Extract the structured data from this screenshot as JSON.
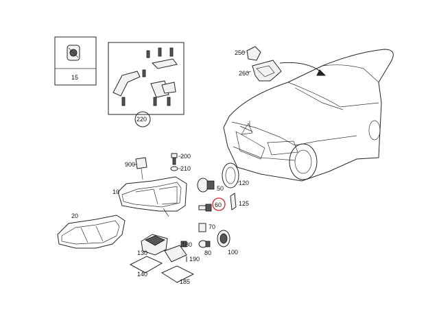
{
  "callouts": [
    {
      "id": "c15",
      "text": "15"
    },
    {
      "id": "c220",
      "text": "220"
    },
    {
      "id": "c250",
      "text": "250"
    },
    {
      "id": "c260",
      "text": "260"
    },
    {
      "id": "c900",
      "text": "900"
    },
    {
      "id": "c200",
      "text": "200"
    },
    {
      "id": "c210",
      "text": "210"
    },
    {
      "id": "c10",
      "text": "10"
    },
    {
      "id": "c20",
      "text": "20"
    },
    {
      "id": "c50",
      "text": "50"
    },
    {
      "id": "c120",
      "text": "120"
    },
    {
      "id": "c60",
      "text": "60"
    },
    {
      "id": "c125",
      "text": "125"
    },
    {
      "id": "c70",
      "text": "70"
    },
    {
      "id": "c80",
      "text": "80"
    },
    {
      "id": "c100",
      "text": "100"
    },
    {
      "id": "c130",
      "text": "130"
    },
    {
      "id": "c180",
      "text": "180"
    },
    {
      "id": "c190",
      "text": "190"
    },
    {
      "id": "c140",
      "text": "140"
    },
    {
      "id": "c185",
      "text": "185"
    }
  ],
  "highlight": {
    "callout": "60",
    "color": "#d8232a"
  }
}
